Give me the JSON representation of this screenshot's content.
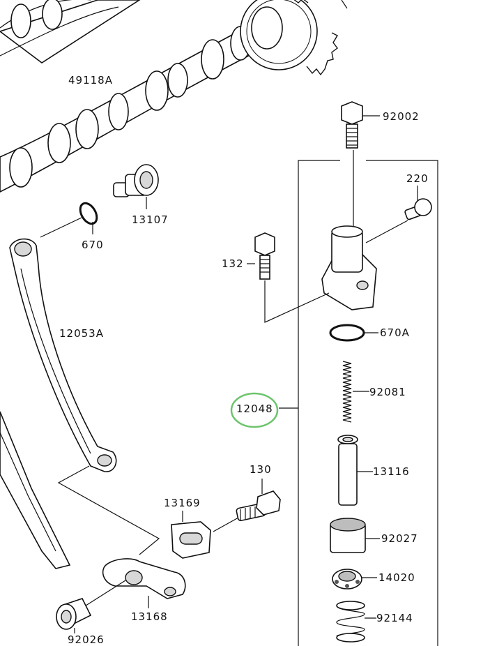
{
  "diagram": {
    "labels": {
      "camshaft": "49118A",
      "pin_upper": "13107",
      "oring_small": "670",
      "guide": "12053A",
      "tensioner_bolt_top": "92002",
      "screw_cap": "220",
      "bolt_132": "132",
      "oring_670a": "670A",
      "tensioner_assy": "12048",
      "spring_92081": "92081",
      "rod": "13116",
      "collar": "92027",
      "bearing": "14020",
      "spring_92144": "92144",
      "bolt_130": "130",
      "plate_13169": "13169",
      "lever_13168": "13168",
      "bushing": "92026"
    },
    "highlight_color": "#6cc46c"
  }
}
